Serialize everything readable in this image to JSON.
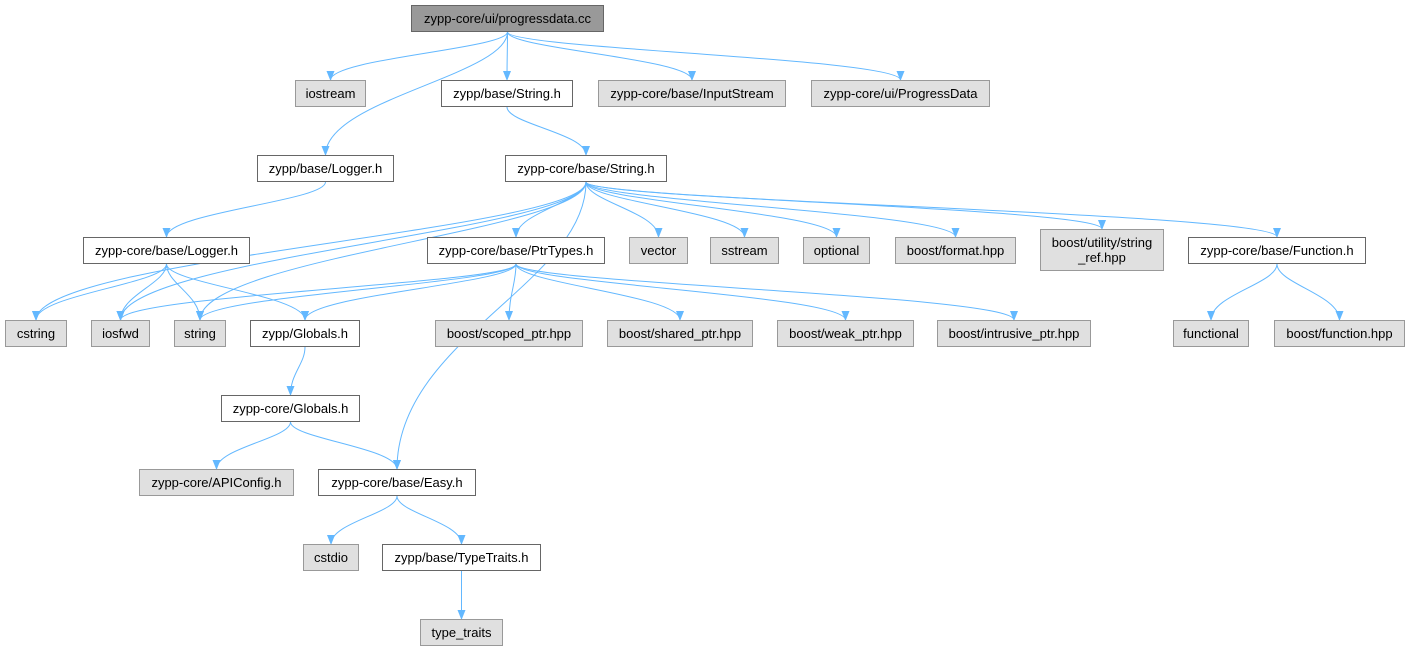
{
  "graph": {
    "colors": {
      "edge": "#63b8ff",
      "root_fill": "#999999",
      "local_fill": "#ffffff",
      "external_fill": "#e0e0e0",
      "border": "#666666"
    },
    "nodes": {
      "progressdata_cc": {
        "label": "zypp-core/ui/progressdata.cc",
        "kind": "root"
      },
      "iostream": {
        "label": "iostream",
        "kind": "external"
      },
      "zypp_base_string_h": {
        "label": "zypp/base/String.h",
        "kind": "local"
      },
      "inputstream": {
        "label": "zypp-core/base/InputStream",
        "kind": "external"
      },
      "progressdata": {
        "label": "zypp-core/ui/ProgressData",
        "kind": "external"
      },
      "zypp_base_logger_h": {
        "label": "zypp/base/Logger.h",
        "kind": "local"
      },
      "core_string_h": {
        "label": "zypp-core/base/String.h",
        "kind": "local"
      },
      "core_logger_h": {
        "label": "zypp-core/base/Logger.h",
        "kind": "local"
      },
      "ptrtypes_h": {
        "label": "zypp-core/base/PtrTypes.h",
        "kind": "local"
      },
      "vector": {
        "label": "vector",
        "kind": "external"
      },
      "sstream": {
        "label": "sstream",
        "kind": "external"
      },
      "optional": {
        "label": "optional",
        "kind": "external"
      },
      "boost_format": {
        "label": "boost/format.hpp",
        "kind": "external"
      },
      "boost_string_ref": {
        "label": "boost/utility/string_ref.hpp",
        "line1": "boost/utility/string",
        "line2": "_ref.hpp",
        "kind": "external"
      },
      "function_h": {
        "label": "zypp-core/base/Function.h",
        "kind": "local"
      },
      "cstring": {
        "label": "cstring",
        "kind": "external"
      },
      "iosfwd": {
        "label": "iosfwd",
        "kind": "external"
      },
      "string": {
        "label": "string",
        "kind": "external"
      },
      "zypp_globals_h": {
        "label": "zypp/Globals.h",
        "kind": "local"
      },
      "boost_scoped_ptr": {
        "label": "boost/scoped_ptr.hpp",
        "kind": "external"
      },
      "boost_shared_ptr": {
        "label": "boost/shared_ptr.hpp",
        "kind": "external"
      },
      "boost_weak_ptr": {
        "label": "boost/weak_ptr.hpp",
        "kind": "external"
      },
      "boost_intrusive_ptr": {
        "label": "boost/intrusive_ptr.hpp",
        "kind": "external"
      },
      "functional": {
        "label": "functional",
        "kind": "external"
      },
      "boost_function": {
        "label": "boost/function.hpp",
        "kind": "external"
      },
      "core_globals_h": {
        "label": "zypp-core/Globals.h",
        "kind": "local"
      },
      "apiconfig_h": {
        "label": "zypp-core/APIConfig.h",
        "kind": "external"
      },
      "easy_h": {
        "label": "zypp-core/base/Easy.h",
        "kind": "local"
      },
      "cstdio": {
        "label": "cstdio",
        "kind": "external"
      },
      "typetraits_h": {
        "label": "zypp/base/TypeTraits.h",
        "kind": "local"
      },
      "type_traits": {
        "label": "type_traits",
        "kind": "external"
      }
    },
    "edges": [
      [
        "progressdata_cc",
        "iostream"
      ],
      [
        "progressdata_cc",
        "zypp_base_logger_h"
      ],
      [
        "progressdata_cc",
        "zypp_base_string_h"
      ],
      [
        "progressdata_cc",
        "inputstream"
      ],
      [
        "progressdata_cc",
        "progressdata"
      ],
      [
        "zypp_base_string_h",
        "core_string_h"
      ],
      [
        "zypp_base_logger_h",
        "core_logger_h"
      ],
      [
        "core_string_h",
        "cstring"
      ],
      [
        "core_string_h",
        "iosfwd"
      ],
      [
        "core_string_h",
        "string"
      ],
      [
        "core_string_h",
        "ptrtypes_h"
      ],
      [
        "core_string_h",
        "vector"
      ],
      [
        "core_string_h",
        "sstream"
      ],
      [
        "core_string_h",
        "optional"
      ],
      [
        "core_string_h",
        "boost_format"
      ],
      [
        "core_string_h",
        "boost_string_ref"
      ],
      [
        "core_string_h",
        "function_h"
      ],
      [
        "core_string_h",
        "easy_h"
      ],
      [
        "core_logger_h",
        "cstring"
      ],
      [
        "core_logger_h",
        "iosfwd"
      ],
      [
        "core_logger_h",
        "string"
      ],
      [
        "core_logger_h",
        "zypp_globals_h"
      ],
      [
        "ptrtypes_h",
        "iosfwd"
      ],
      [
        "ptrtypes_h",
        "string"
      ],
      [
        "ptrtypes_h",
        "zypp_globals_h"
      ],
      [
        "ptrtypes_h",
        "boost_scoped_ptr"
      ],
      [
        "ptrtypes_h",
        "boost_shared_ptr"
      ],
      [
        "ptrtypes_h",
        "boost_weak_ptr"
      ],
      [
        "ptrtypes_h",
        "boost_intrusive_ptr"
      ],
      [
        "function_h",
        "functional"
      ],
      [
        "function_h",
        "boost_function"
      ],
      [
        "zypp_globals_h",
        "core_globals_h"
      ],
      [
        "core_globals_h",
        "apiconfig_h"
      ],
      [
        "core_globals_h",
        "easy_h"
      ],
      [
        "easy_h",
        "cstdio"
      ],
      [
        "easy_h",
        "typetraits_h"
      ],
      [
        "typetraits_h",
        "type_traits"
      ]
    ]
  }
}
